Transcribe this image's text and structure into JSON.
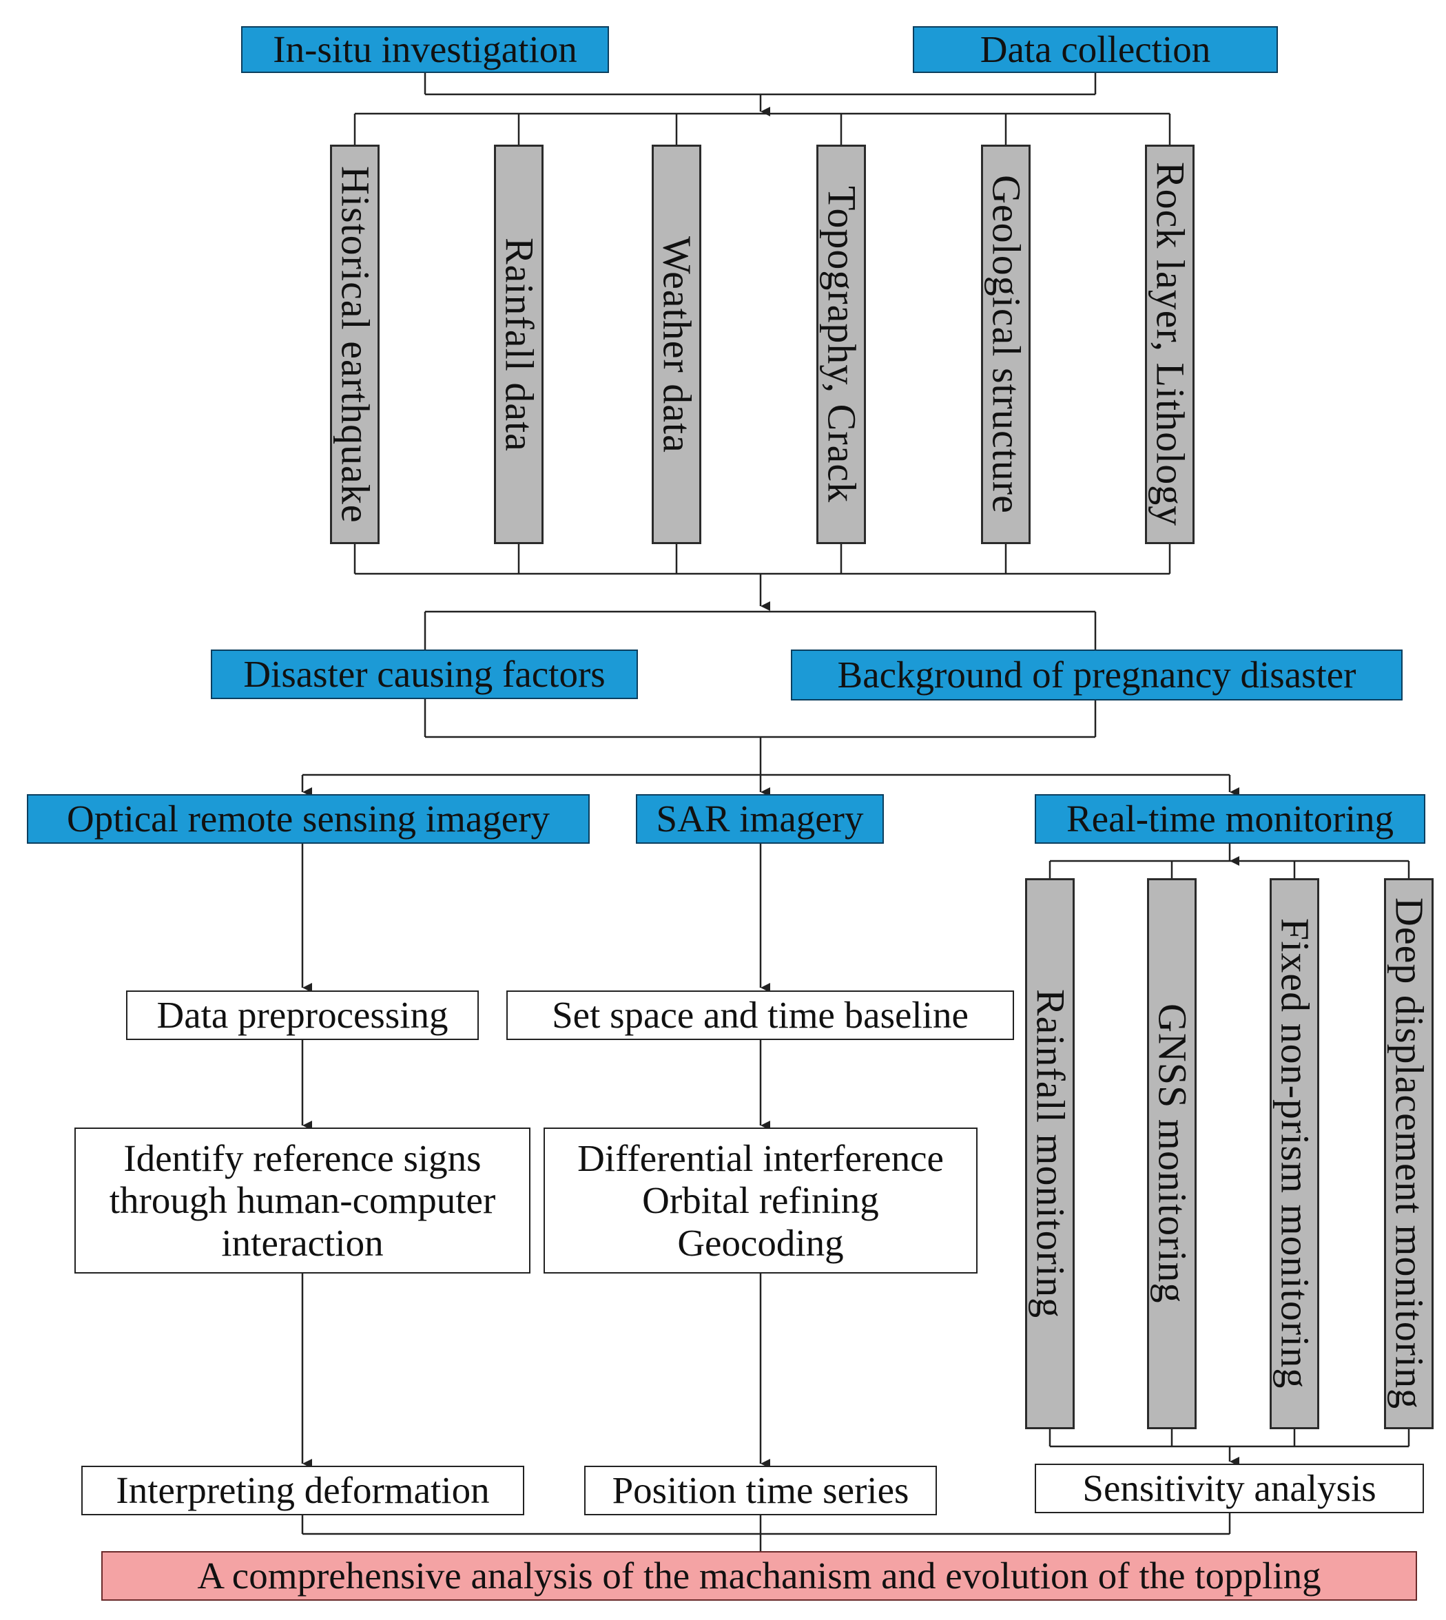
{
  "colors": {
    "blue_box": "#1c9ad6",
    "gray_box": "#b8b8b8",
    "pink_box": "#f4a3a4",
    "line": "#222222"
  },
  "top": {
    "in_situ": "In-situ investigation",
    "data_collection": "Data collection"
  },
  "factors": [
    "Historical earthquake",
    "Rainfall data",
    "Weather data",
    "Topography, Crack",
    "Geological structure",
    "Rock layer, Lithology"
  ],
  "middle": {
    "disaster_factors": "Disaster causing factors",
    "pregnancy_background": "Background of pregnancy disaster"
  },
  "methods": {
    "optical": "Optical remote sensing imagery",
    "sar": "SAR imagery",
    "realtime": "Real-time monitoring"
  },
  "optical_steps": {
    "preprocess": "Data preprocessing",
    "identify": "Identify reference signs\nthrough human-computer\ninteraction",
    "interpret": "Interpreting deformation"
  },
  "sar_steps": {
    "baseline": "Set space and time baseline",
    "process": "Differential interference\nOrbital refining\nGeocoding",
    "series": "Position time series"
  },
  "monitoring": [
    "Rainfall monitoring",
    "GNSS monitoring",
    "Fixed non-prism monitoring",
    "Deep displacement monitoring"
  ],
  "sensitivity": "Sensitivity analysis",
  "conclusion": "A comprehensive analysis of the machanism and evolution of the toppling"
}
